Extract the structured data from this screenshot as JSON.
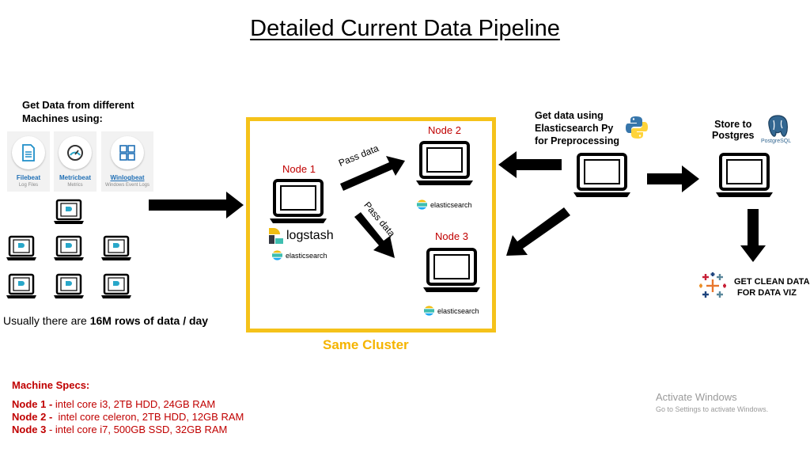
{
  "title": "Detailed Current Data Pipeline",
  "sources": {
    "heading_line1": "Get Data from different",
    "heading_line2": "Machines using:",
    "beats": [
      {
        "name": "Filebeat",
        "sub": "Log Files",
        "icon": "file-icon"
      },
      {
        "name": "Metricbeat",
        "sub": "Metrics",
        "icon": "gauge-icon"
      },
      {
        "name": "Winlogbeat",
        "sub": "Windows Event Logs",
        "icon": "windows-icon"
      }
    ],
    "usually_prefix": "Usually there are ",
    "usually_bold": "16M rows of data / day"
  },
  "cluster": {
    "label": "Same Cluster",
    "color": "#f5c21a",
    "node1": {
      "label": "Node 1",
      "logstash": "logstash",
      "elastic": "elasticsearch"
    },
    "node2": {
      "label": "Node 2",
      "elastic": "elasticsearch"
    },
    "node3": {
      "label": "Node 3",
      "elastic": "elasticsearch"
    },
    "pass1": "Pass data",
    "pass2": "Pass data"
  },
  "preprocess": {
    "line1": "Get data using",
    "line2": "Elasticsearch Py",
    "line3": "for Preprocessing",
    "icon": "python-icon"
  },
  "postgres": {
    "line1": "Store to",
    "line2": "Postgres",
    "logo_text": "PostgreSQL",
    "icon": "postgresql-elephant-icon"
  },
  "viz": {
    "line1": "GET CLEAN DATA",
    "line2": "FOR DATA VIZ",
    "icon": "tableau-icon"
  },
  "specs": {
    "heading": "Machine Specs:",
    "items": [
      {
        "name": "Node 1 -",
        "detail": " intel core i3, 2TB HDD, 24GB RAM"
      },
      {
        "name": "Node 2 -",
        "detail": "  intel core celeron, 2TB HDD, 12GB RAM"
      },
      {
        "name": "Node 3",
        "detail": " - intel core i7, 500GB SSD, 32GB RAM"
      }
    ],
    "color": "#c00000"
  },
  "watermark": {
    "line1": "Activate Windows",
    "line2": "Go to Settings to activate Windows."
  }
}
